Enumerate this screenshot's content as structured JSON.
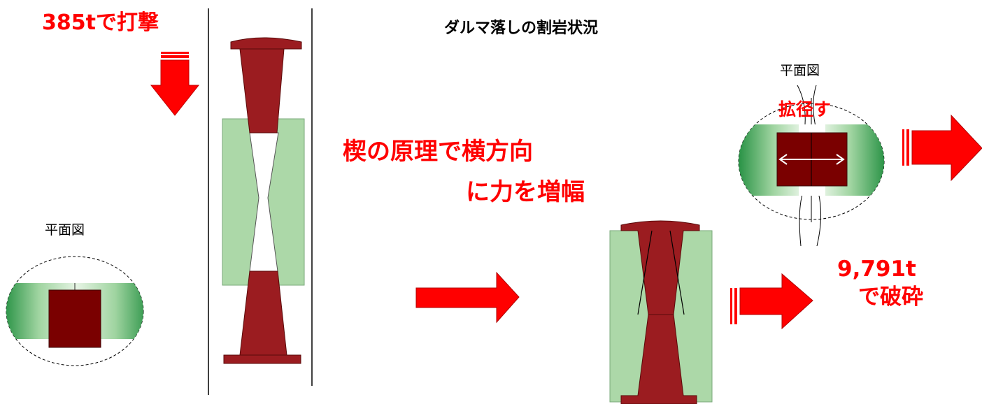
{
  "title": "ダルマ落しの割岩状況",
  "impact_label": "385tで打撃",
  "plan_view_left_label": "平面図",
  "plan_view_right_label": "平面図",
  "wedge_principle_line1": "楔の原理で横方向",
  "wedge_principle_line2": "に力を増幅",
  "expand_label": "拡径す",
  "result_force": "9,791t",
  "result_text": "で破砕",
  "colors": {
    "accent_red": "#ff0000",
    "wedge": "#9b1c20",
    "core": "#7a0000",
    "rock_light": "#acd8a8",
    "rock_dark": "#1a8a3a",
    "text": "#000000"
  }
}
